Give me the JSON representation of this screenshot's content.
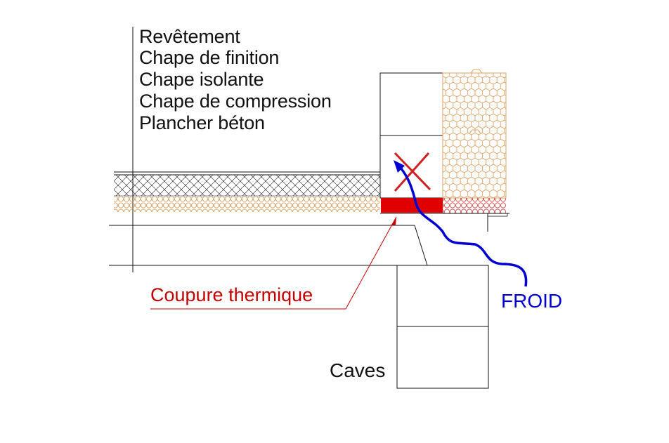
{
  "layers": [
    "Revêtement",
    "Chape de finition",
    "Chape isolante",
    "Chape de compression",
    "Plancher béton"
  ],
  "labels": {
    "thermal_break": "Coupure thermique",
    "cold": "FROID",
    "cellar": "Caves"
  },
  "colors": {
    "line": "#111111",
    "thermal_break": "#e00000",
    "thermal_break_text": "#c40000",
    "cold": "#0000d0",
    "insulation": "#e0a060",
    "forbidden_cross": "#d02020"
  }
}
